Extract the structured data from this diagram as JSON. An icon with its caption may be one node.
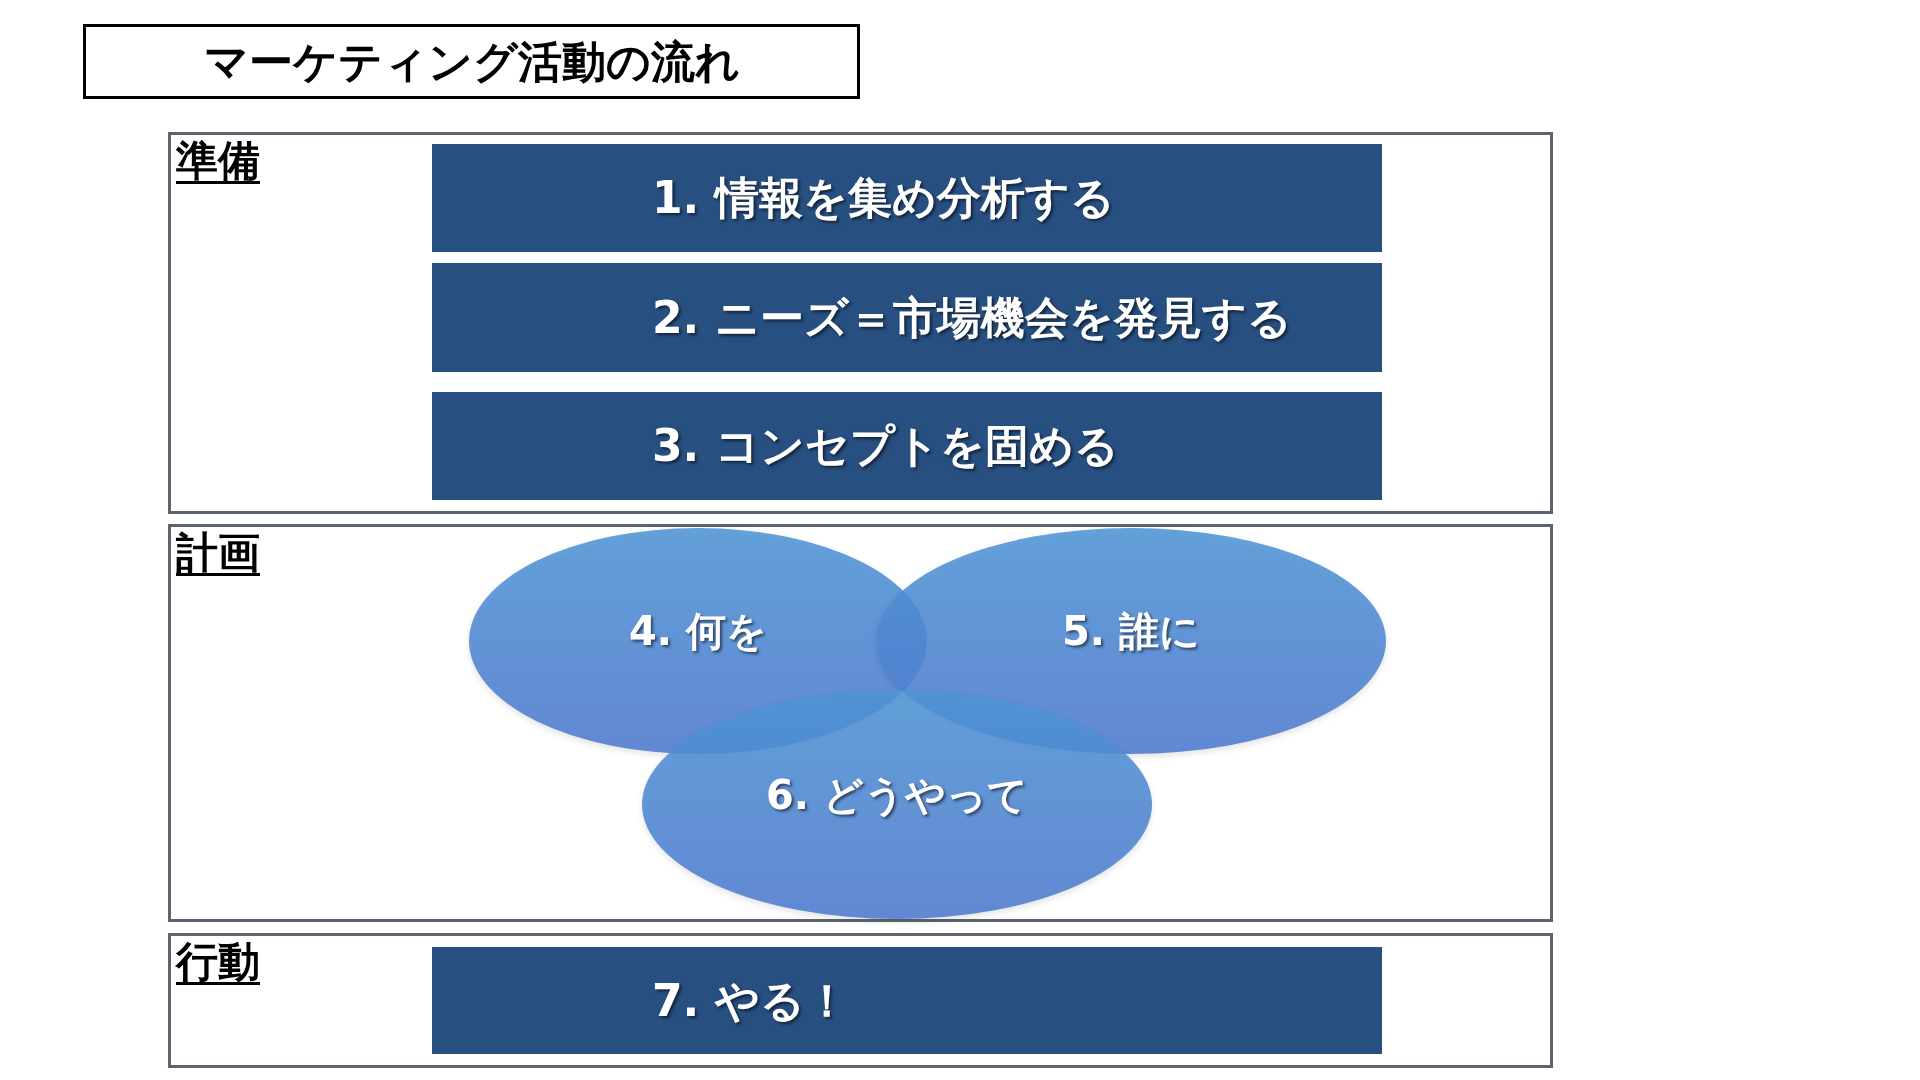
{
  "diagram": {
    "title": "マーケティング活動の流れ",
    "nodes": [
      {
        "text": [
          "準備"
        ]
      },
      {
        "text": [
          "1. 情報を集め分析する"
        ],
        "in": 0
      },
      {
        "text": [
          "2. ニーズ＝市場機会を発見する"
        ],
        "in": 0
      },
      {
        "text": [
          "3. コンセプトを固める"
        ],
        "in": 0
      },
      {
        "text": [
          "計画"
        ]
      },
      {
        "text": [
          "4. 何を"
        ],
        "in": 4
      },
      {
        "text": [
          "5. 誰に"
        ],
        "in": 4
      },
      {
        "text": [
          "6. どうやって"
        ],
        "in": 4
      },
      {
        "text": [
          "行動"
        ]
      },
      {
        "text": [
          "7. やる！"
        ],
        "in": 8
      }
    ]
  }
}
